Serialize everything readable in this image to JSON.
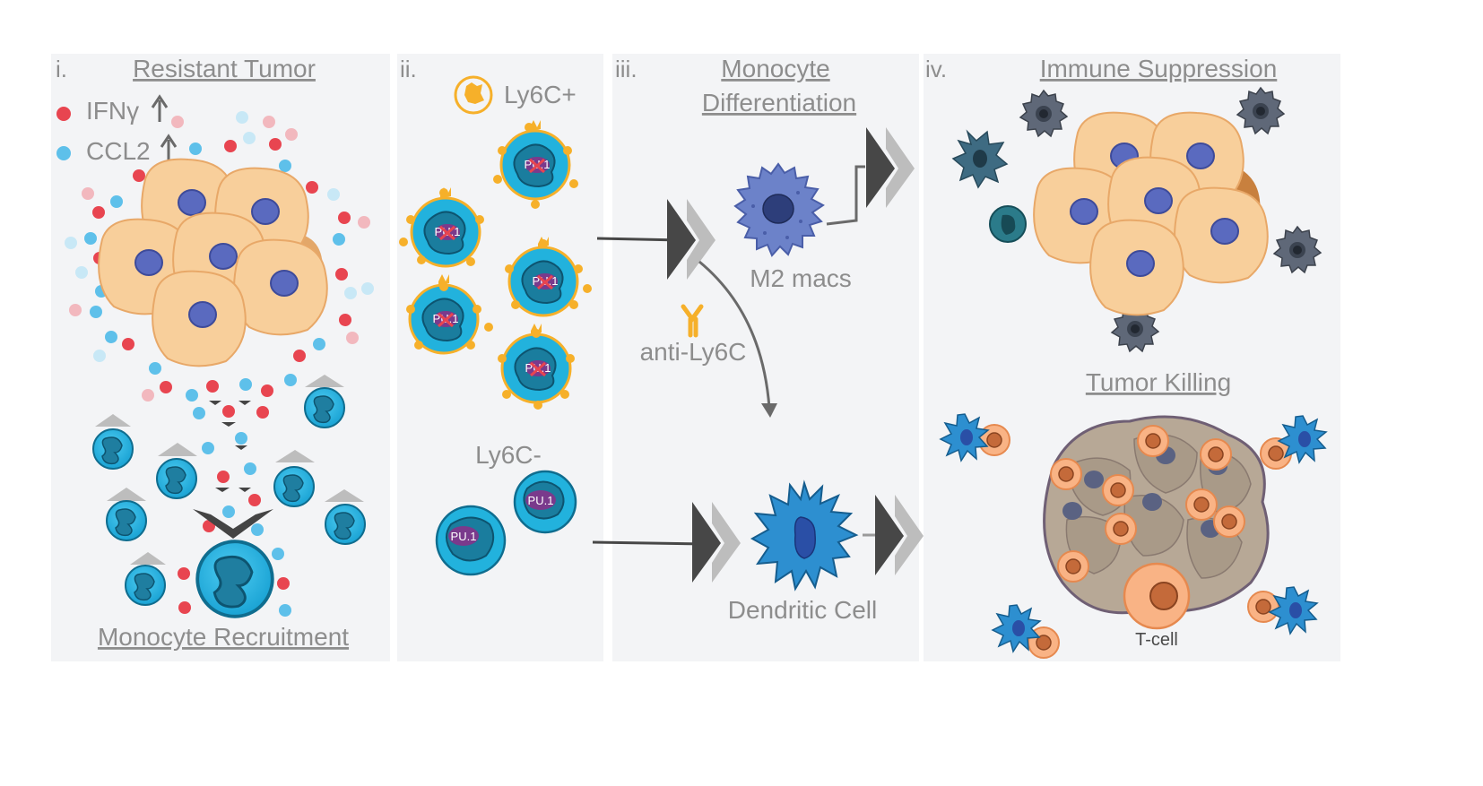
{
  "panels": [
    {
      "numeral": "i.",
      "title": "Resistant Tumor",
      "bottom_title": "Monocyte Recruitment",
      "legend": [
        {
          "label": "IFNγ",
          "color": "#e84550"
        },
        {
          "label": "CCL2",
          "color": "#5ec0ea"
        }
      ]
    },
    {
      "numeral": "ii.",
      "ly6c_pos": "Ly6C+",
      "ly6c_neg": "Ly6C-",
      "pu1": "PU.1"
    },
    {
      "numeral": "iii.",
      "title_line1": "Monocyte",
      "title_line2": "Differentiation",
      "m2_label": "M2 macs",
      "antibody_label": "anti-Ly6C",
      "dc_label": "Dendritic Cell"
    },
    {
      "numeral": "iv.",
      "title": "Immune Suppression",
      "bottom_title": "Tumor Killing",
      "tcell_label": "T-cell"
    }
  ],
  "colors": {
    "panel_bg": "#f3f4f6",
    "tumor_cell": "#f8cf9b",
    "tumor_nucleus": "#5a6abf",
    "monocyte": "#22b2dd",
    "ly6c_marker": "#f6b02a",
    "m2_mac": "#6c82c9",
    "dendritic": "#2d8fd0",
    "tcell": "#f9b385",
    "dead_tumor": "#b7a896",
    "arrow_dark": "#474747",
    "arrow_light": "#bdbdbd",
    "label_gray": "#8d8d8d"
  }
}
